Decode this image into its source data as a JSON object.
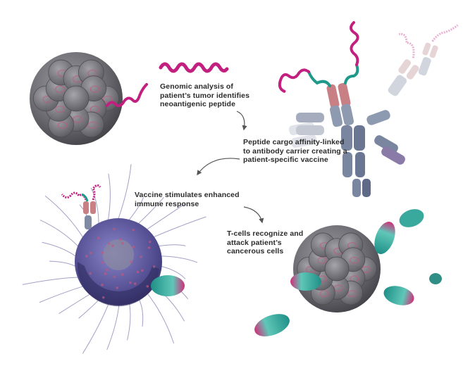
{
  "steps": [
    {
      "lines": [
        "Genomic analysis of",
        "patient’s tumor identifies",
        "neoantigenic peptide"
      ]
    },
    {
      "lines": [
        "Peptide cargo affinity-linked",
        "to antibody carrier creating a",
        "patient-specific vaccine"
      ]
    },
    {
      "lines": [
        "Vaccine stimulates enhanced",
        "immune response"
      ]
    },
    {
      "lines": [
        "T-cells recognize and",
        "attack patient’s",
        "cancerous cells"
      ]
    }
  ],
  "colors": {
    "tumor": "#6a6a6e",
    "tumor_dark": "#4a4a4f",
    "tumor_spot": "#c0587f",
    "peptide": "#c21f7f",
    "linker": "#1f9a8a",
    "antibody_heavy": "#7e8ba3",
    "antibody_light": "#b98a8c",
    "dendritic": "#5e5a9c",
    "tcell": "#2aa39a",
    "tcell_tip": "#d0307a",
    "arrow": "#555555"
  }
}
